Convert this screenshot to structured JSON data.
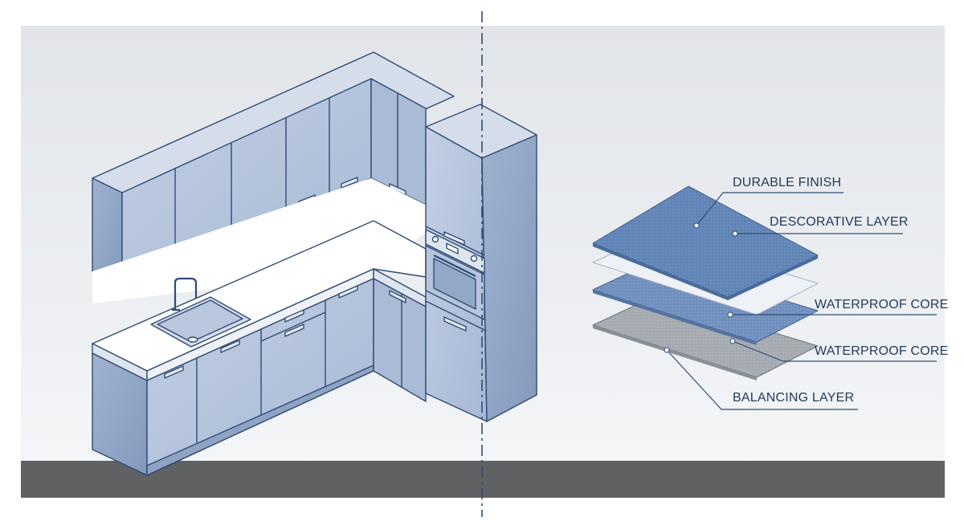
{
  "colors": {
    "background_top": "#e4e6ea",
    "background_bottom": "#f4f6f8",
    "floor": "#5f6163",
    "outline": "#2f4c74",
    "cabinet_front": "#b4c3db",
    "cabinet_side": "#8fa3c4",
    "cabinet_top": "#cdd7e8",
    "counter": "#ffffff",
    "backsplash": "#ffffff",
    "divider": "#2f4c74",
    "label_text": "#1f3a5c",
    "layer_finish": "#5f84b6",
    "layer_decorative": "#eef1f5",
    "layer_core": "#6f8fbd",
    "layer_balancing": "#a9aeb5"
  },
  "layers": {
    "labels": [
      {
        "id": "durable-finish",
        "text": "DURABLE FINISH"
      },
      {
        "id": "decorative-layer",
        "text": "DESCORATIVE LAYER"
      },
      {
        "id": "waterproof-core-1",
        "text": "WATERPROOF CORE"
      },
      {
        "id": "waterproof-core-2",
        "text": "WATERPROOF CORE"
      },
      {
        "id": "balancing-layer",
        "text": "BALANCING LAYER"
      }
    ]
  }
}
